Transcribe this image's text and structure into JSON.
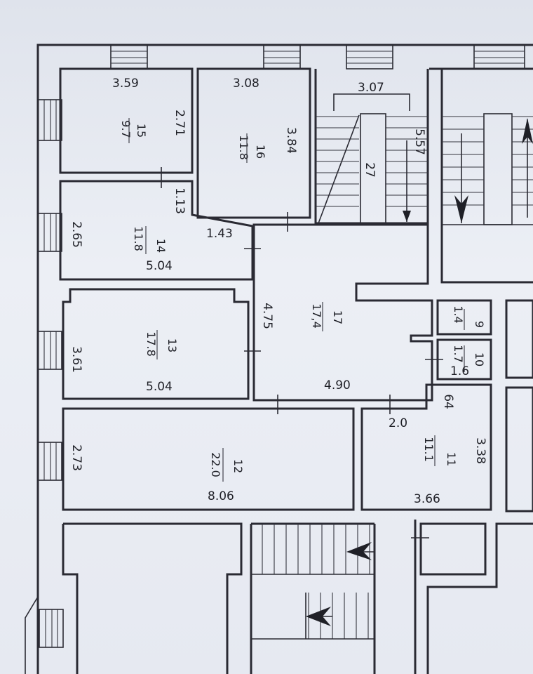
{
  "rooms": [
    {
      "id": "15",
      "number": "15",
      "area": "9.7",
      "dims": [
        "3.59",
        "2.71"
      ]
    },
    {
      "id": "16",
      "number": "16",
      "area": "11.8",
      "dims": [
        "3.08",
        "3.84"
      ]
    },
    {
      "id": "14",
      "number": "14",
      "area": "11.8",
      "dims": [
        "2.65",
        "5.04",
        "1.13",
        "1.43"
      ]
    },
    {
      "id": "17",
      "number": "17",
      "area": "17.4",
      "dims": [
        "4.75",
        "4.90"
      ]
    },
    {
      "id": "13",
      "number": "13",
      "area": "17.8",
      "dims": [
        "3.61",
        "5.04"
      ]
    },
    {
      "id": "9",
      "number": "9",
      "area": "1.4",
      "dims": []
    },
    {
      "id": "10",
      "number": "10",
      "area": "1.7",
      "dims": [
        "1.6"
      ]
    },
    {
      "id": "12",
      "number": "12",
      "area": "22.0",
      "dims": [
        "2.73",
        "8.06"
      ]
    },
    {
      "id": "11",
      "number": "11",
      "area": "11.1",
      "dims": [
        "3.38",
        "3.66",
        "2.0",
        "64"
      ]
    }
  ],
  "stair": {
    "dims": [
      "3.07",
      "5.57",
      "27"
    ]
  },
  "labels": {
    "d_359": "3.59",
    "d_271": "2.71",
    "r15_num": "15",
    "r15_area": "9.7",
    "d_308": "3.08",
    "d_384": "3.84",
    "r16_num": "16",
    "r16_area": "11.8",
    "d_307": "3.07",
    "d_557": "5.57",
    "d_27": "27",
    "d_113": "1.13",
    "d_143": "1.43",
    "d_265": "2.65",
    "r14_num": "14",
    "r14_area": "11.8",
    "d_504a": "5.04",
    "d_475": "4.75",
    "r17_num": "17",
    "r17_area": "17,4",
    "d_490": "4.90",
    "r9_num": "9",
    "r9_area": "1.4",
    "r10_num": "10",
    "r10_area": "1.7",
    "d_16": "1.6",
    "d_361": "3.61",
    "r13_num": "13",
    "r13_area": "17.8",
    "d_504b": "5.04",
    "d_64": "64",
    "d_20": "2.0",
    "d_273": "2.73",
    "r12_num": "12",
    "r12_area": "22.0",
    "d_806": "8.06",
    "d_338": "3.38",
    "r11_num": "11",
    "r11_area": "11.1",
    "d_366": "3.66"
  },
  "colors": {
    "ink": "#2a2a33",
    "paper": "#e8ebf2"
  }
}
